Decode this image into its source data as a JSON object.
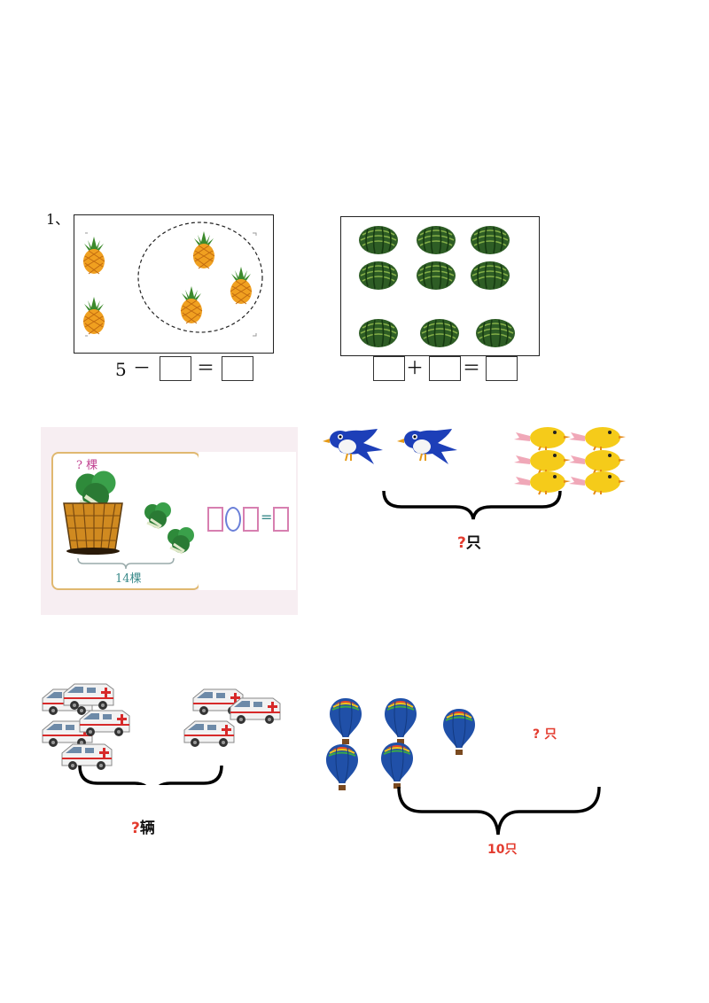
{
  "q1": {
    "number": "1、",
    "pineapple": {
      "equation": {
        "start": "5",
        "op1": "－",
        "eq": "＝"
      }
    },
    "watermelon": {
      "equation": {
        "op1": "＋",
        "eq": "＝"
      }
    }
  },
  "q2": {
    "cabbage": {
      "question_label": "? 棵",
      "total_label": "14棵",
      "equals_sign": "="
    },
    "birds": {
      "q_mark": "?",
      "unit": "只"
    }
  },
  "q3": {
    "ambulance": {
      "q_mark": "?",
      "unit": "辆"
    },
    "balloon": {
      "question_label_q": "?",
      "question_label_unit": "只",
      "total_label": "10只"
    }
  },
  "colors": {
    "pink_box": "#d77fb0",
    "oval": "#6a7fd8",
    "red_label": "#e33b2e",
    "teal_label": "#3a8a8a"
  }
}
